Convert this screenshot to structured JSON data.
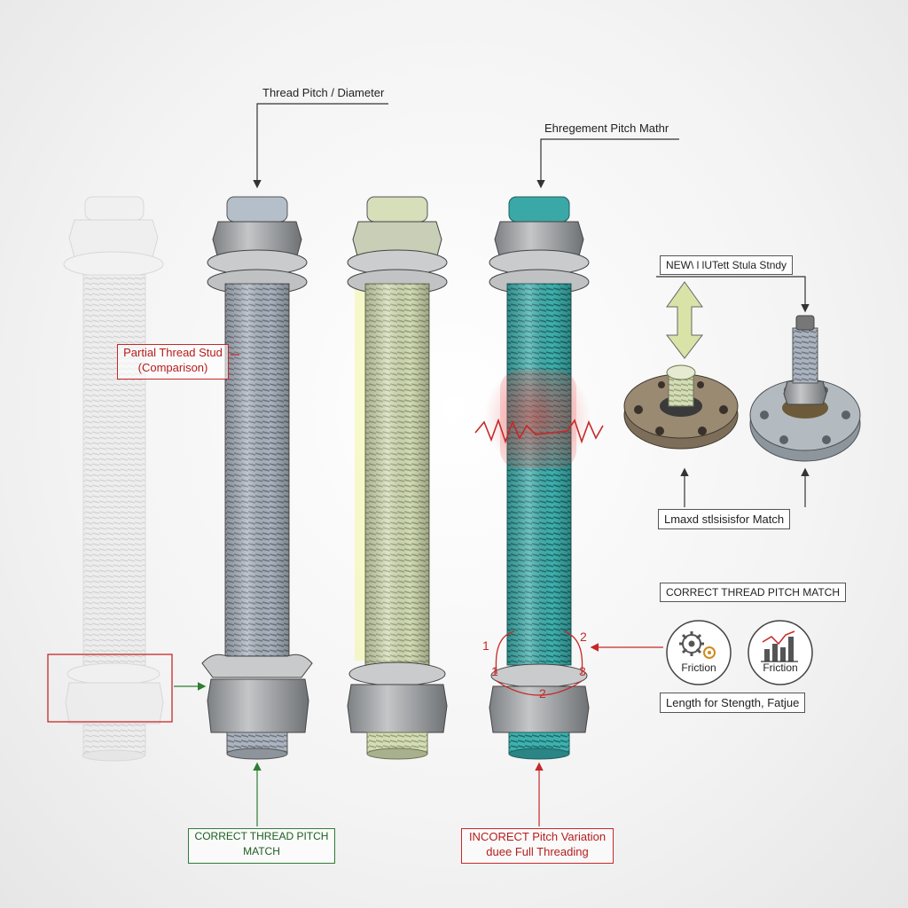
{
  "labels": {
    "thread_pitch_diameter": "Thread Pitch / Diameter",
    "engagement_pitch": "Ehregement Pitch Mathr",
    "partial_stud_line1": "Partial Thread Stud",
    "partial_stud_line2": "(Comparison)",
    "new_stud": "NEW\\ l lUTett Stula Stndy",
    "lmaxd": "Lmaxd stlsisisfor Match",
    "correct_right": "CORRECT THREAD PITCH MATCH",
    "length_strength": "Length for Stength, Fatjue",
    "correct_bottom_line1": "CORRECT THREAD PITCH",
    "correct_bottom_line2": "MATCH",
    "incorrect_line1": "INCORECT Pitch Variation",
    "incorrect_line2": "duee Full Threading"
  },
  "icons": [
    {
      "name": "gears-icon",
      "caption": "Friction"
    },
    {
      "name": "bar-chart-icon",
      "caption": "Friction"
    }
  ],
  "callout_numbers": {
    "n1_left": "1",
    "n2_right": "2",
    "n1_low": "1",
    "n3_low": "3",
    "n2_bottom": "2"
  },
  "colors": {
    "ghost_stud": "#e2e2e2",
    "steel_stud": "#a9b2bd",
    "green_stud": "#cfd9b0",
    "teal_stud": "#3aa8a6",
    "nut": "#9a9c9e",
    "callout_red": "#c62828",
    "callout_green": "#2e7d32"
  }
}
